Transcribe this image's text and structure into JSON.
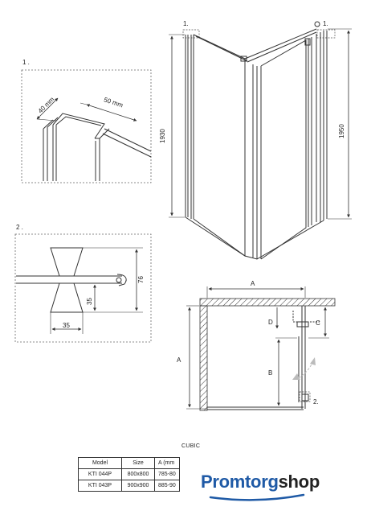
{
  "detail_1": {
    "marker": "1 .",
    "dim_depth": "40 mm",
    "dim_width": "50 mm"
  },
  "detail_2": {
    "marker": "2 .",
    "dim_height": "76",
    "dim_mid": "35",
    "dim_base": "35"
  },
  "main_view": {
    "callout_left": "1.",
    "callout_right": "1.",
    "height_left": "1930",
    "height_right": "1950"
  },
  "plan_view": {
    "label_a_top": "A",
    "label_a_side": "A",
    "label_b": "B",
    "label_c": "C",
    "label_d": "D",
    "callout_2": "2."
  },
  "series_label": "CUBIC",
  "table": {
    "headers": [
      "Model",
      "Size",
      "A (mm"
    ],
    "rows": [
      [
        "KTI 044P",
        "800x800",
        "785-80"
      ],
      [
        "KTI 043P",
        "900x900",
        "885-90"
      ]
    ]
  },
  "brand": {
    "part1": "Promtorg",
    "part2": "shop"
  },
  "colors": {
    "line": "#333333",
    "dashed": "#555555",
    "brand_blue": "#1f5aa6",
    "arrow_grey": "#bbbbbb"
  }
}
